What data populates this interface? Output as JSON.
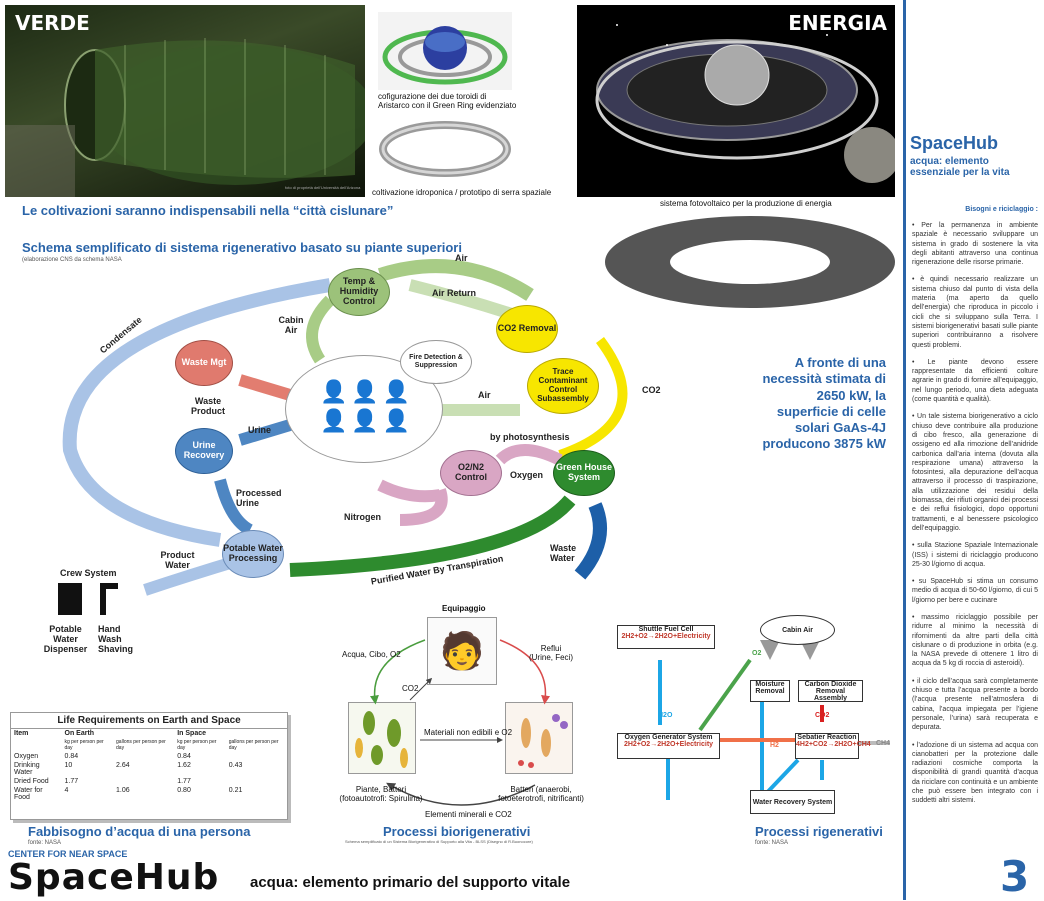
{
  "verde": {
    "title": "VERDE",
    "photo_credit": "foto di proprietà dell'Università dell'Arizona",
    "toroid_caption": "cofigurazione dei due toroidi di Aristarco con il Green Ring evidenziato",
    "hydroponic_caption": "coltivazione idroponica / prototipo di serra spaziale",
    "headline": "Le coltivazioni saranno indispensabili nella “città cislunare”"
  },
  "energia": {
    "title": "ENERGIA",
    "caption": "sistema fotovoltaico per la produzione di energia",
    "stat": "A fronte di una necessità stimata di 2650 kW, la superficie di celle solari GaAs-4J producono 3875 kW"
  },
  "schema": {
    "title": "Schema semplificato di sistema rigenerativo basato su piante superiori",
    "credit": "(elaborazione CNS da schema NASA",
    "nodes": {
      "temp": "Temp & Humidity Control",
      "co2": "CO2 Removal",
      "trace": "Trace Contaminant Control Subassembly",
      "waste": "Waste Mgt",
      "urine": "Urine Recovery",
      "o2n2": "O2/N2 Control",
      "greenhouse": "Green House System",
      "potable": "Potable Water Processing",
      "fire": "Fire Detection & Suppression"
    },
    "labels": {
      "air": "Air",
      "air_return": "Air Return",
      "cabin_air": "Cabin Air",
      "condensate": "Condensate",
      "co2": "CO2",
      "air2": "Air",
      "waste_product": "Waste Product",
      "urine": "Urine",
      "processed_urine": "Processed Urine",
      "by_photosynthesis": "by photosynthesis",
      "oxygen": "Oxygen",
      "nitrogen": "Nitrogen",
      "product_water": "Product Water",
      "purified": "Purified Water By Transpiration",
      "waste_water": "Waste Water",
      "crew_system": "Crew System",
      "potable_dispenser": "Potable Water Dispenser",
      "hand_wash": "Hand Wash Shaving"
    }
  },
  "life_table": {
    "title": "Life Requirements on Earth and Space",
    "headers": [
      "Item",
      "On Earth",
      "",
      "In Space",
      ""
    ],
    "subheaders": [
      "",
      "kg per person per day",
      "gallons per person per day",
      "kg per person per day",
      "gallons per person per day"
    ],
    "rows": [
      [
        "Oxygen",
        "0.84",
        "",
        "0.84",
        ""
      ],
      [
        "Drinking Water",
        "10",
        "2.64",
        "1.62",
        "0.43"
      ],
      [
        "Dried Food",
        "1.77",
        "",
        "1.77",
        ""
      ],
      [
        "Water for Food",
        "4",
        "1.06",
        "0.80",
        "0.21"
      ]
    ],
    "caption": "Fabbisogno d’acqua di una persona",
    "credit": "fonte: NASA"
  },
  "bio": {
    "equipaggio": "Equipaggio",
    "input": "Acqua, Cibo, O2",
    "reflui": "Reflui (Urine, Feci)",
    "co2": "CO2",
    "materiali": "Materiali non edibili e O2",
    "piante": "Piante, Batteri (fotoautotrofi: Spirulina)",
    "batteri": "Batteri (anaerobi, fotoeterotrofi, nitrificanti)",
    "elementi": "Elementi minerali e CO2",
    "caption": "Processi biorigenerativi",
    "credit": "Schema semplificato di un Sistema Biorigenerativo di Supporto alla Vita - BLSS (Disegno di R.Buonocore)"
  },
  "regen": {
    "shuttle": "Shuttle Fuel Cell",
    "shuttle_eq": "2H2+O2→2H2O+Electricity",
    "cabin_air": "Cabin Air",
    "moisture": "Moisture Removal",
    "co2_removal": "Carbon Dioxide Removal Assembly",
    "sebatier": "Sebatier Reaction",
    "sebatier_eq": "4H2+CO2→2H2O+CH4",
    "oxygen_gen": "Oxygen Generator System",
    "oxygen_eq": "2H2+O2→2H2O+Electricity",
    "water_rec": "Water Recovery System",
    "o2": "O2",
    "h2o": "H2O",
    "h2": "H2",
    "co2": "CO2",
    "ch4": "CH4",
    "caption": "Processi rigenerativi",
    "credit": "fonte: NASA"
  },
  "footer": {
    "org": "CENTER FOR NEAR SPACE",
    "brand": "SpaceHub",
    "subtitle": "acqua: elemento primario del supporto vitale",
    "page": "3"
  },
  "sidebar": {
    "title": "SpaceHub",
    "subtitle": "acqua: elemento essenziale per la vita",
    "section": "Bisogni e riciclaggio :",
    "paragraphs": [
      "• Per la permanenza in ambiente spaziale è necessario sviluppare un sistema in grado di sostenere la vita degli abitanti attraverso una continua rigenerazione delle risorse primarie.",
      "• è quindi necessario realizzare un sistema chiuso dal punto di vista della materia (ma aperto da quello dell’energia) che riproduca in piccolo i cicli che si sviluppano sulla Terra. I sistemi biorigenerativi basati sulle piante superiori contribuiranno a risolvere questi problemi.",
      "• Le piante devono essere rappresentate da efficienti colture agrarie in grado di fornire all’equipaggio, nel lungo periodo, una dieta adeguata (come quantità e qualità).",
      "• Un tale sistema biorigenerativo a ciclo chiuso deve contribuire alla produzione di cibo fresco, alla generazione di ossigeno ed alla rimozione dell’anidride carbonica dall’aria interna (dovuta alla respirazione umana) attraverso la fotosintesi, alla depurazione dell’acqua attraverso il processo di traspirazione, alla utilizzazione dei residui della biomassa, dei rifiuti organici dei processi e dei reflui fisiologici, dopo opportuni trattamenti, e al benessere psicologico dell’equipaggio.",
      "• sulla Stazione Spaziale Internazionale (ISS) i sistemi di riciclaggio producono 25-30 l/giorno di acqua.",
      "• su SpaceHub si stima un consumo medio di acqua di 50-60 l/giorno, di cui 5 l/giorno per bere e cucinare",
      "• massimo riciclaggio possibile per ridurre al minimo la necessità di rifornimenti da altre parti della città cislunare o di produzione in orbita (e.g. la NASA prevede di ottenere 1 litro di acqua da 5 kg di roccia di asteroidi).",
      "• il ciclo dell’acqua sarà completamente chiuso e tutta l’acqua presente a bordo (l’acqua presente nell’atmosfera di cabina, l’acqua impiegata per l’igiene personale, l’urina) sarà recuperata e depurata.",
      "• l’adozione di un sistema ad acqua con cianobatteri per la protezione dalle radiazioni cosmiche comporta la disponibilità di grandi quantità d’acqua da riciclare con continuità e un ambiente che può essere ben integrato con i suddetti altri sistemi."
    ]
  },
  "colors": {
    "accent": "#2a64a8",
    "green": "#8db56a",
    "yellow": "#f7e600",
    "red": "#e07a6e",
    "blue": "#4e86c2",
    "pink": "#d9a6c4",
    "darkgreen": "#2e8b2e"
  }
}
